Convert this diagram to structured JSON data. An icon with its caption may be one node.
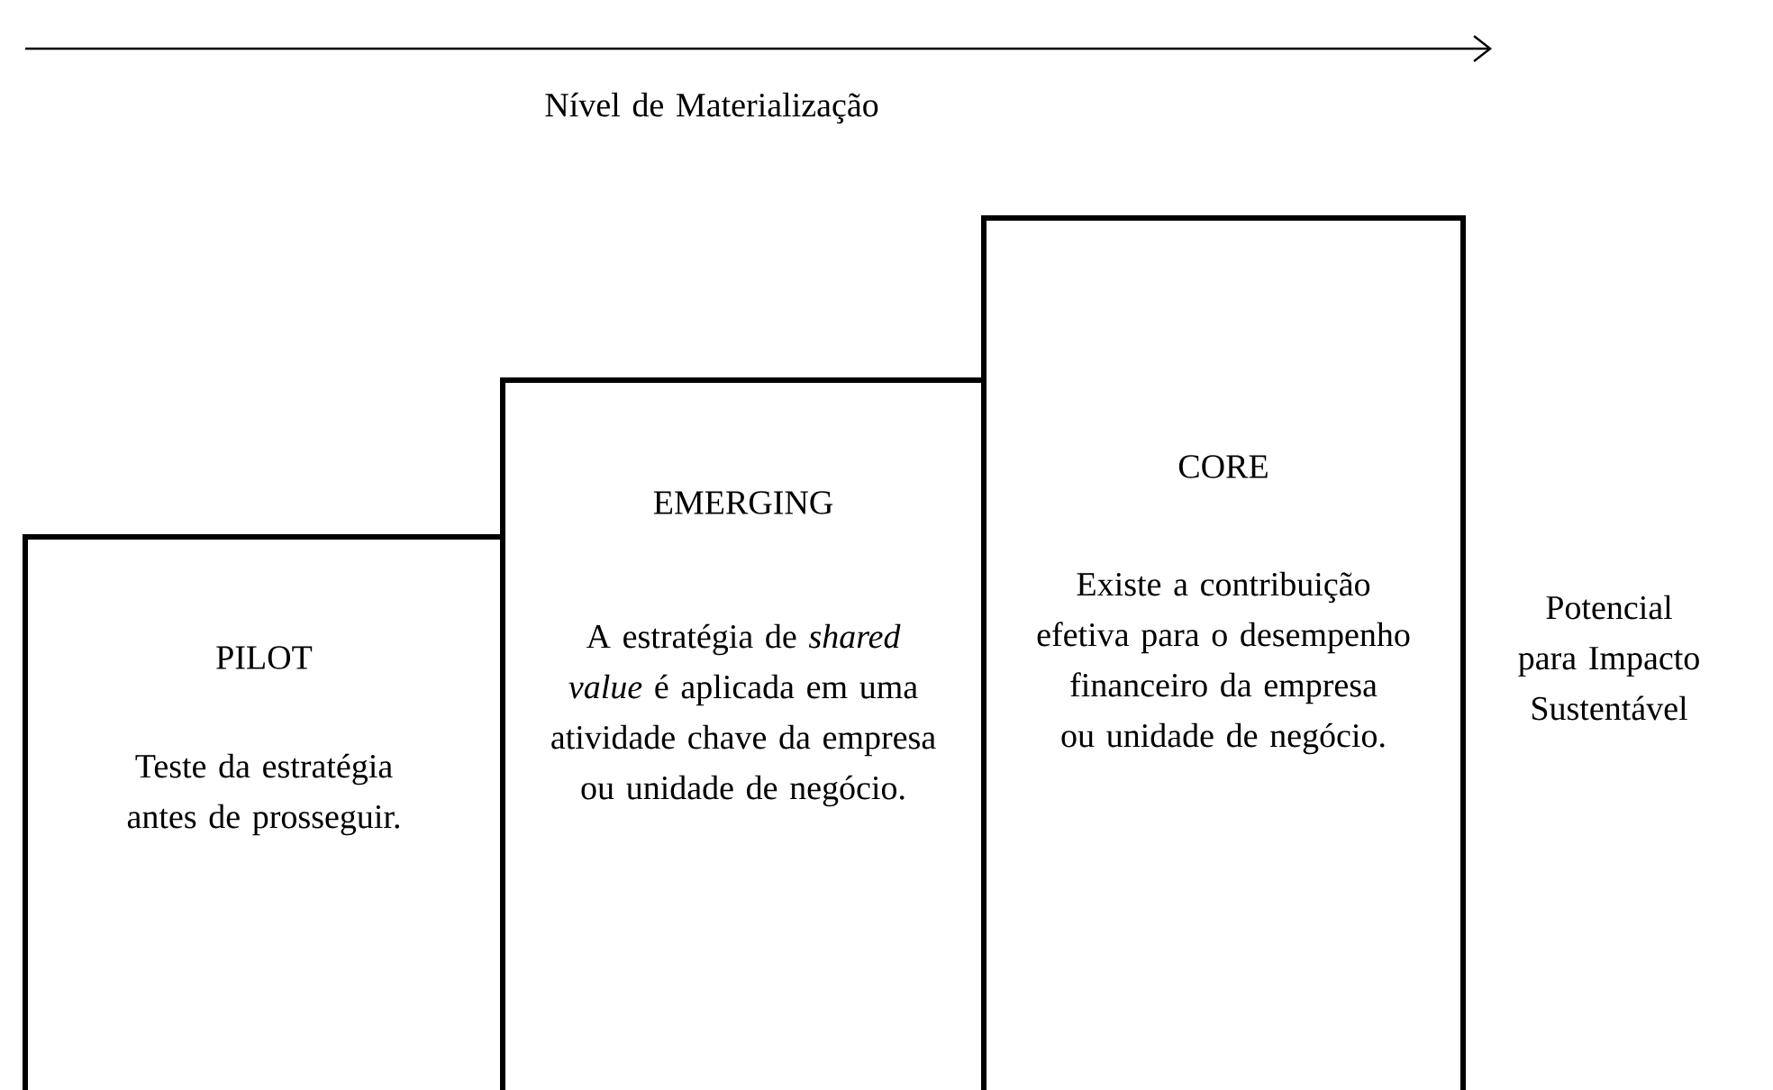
{
  "diagram": {
    "nodes": [
      {
        "text": [
          "PILOT",
          "Teste da estratégia antes de prosseguir."
        ]
      },
      {
        "text": [
          "EMERGING",
          "A estratégia de *shared value* é aplicada em uma atividade chave da empresa ou unidade de negócio."
        ]
      },
      {
        "text": [
          "CORE",
          "Existe a contribuição efetiva para o desempenho financeiro da empresa ou unidade de negócio."
        ]
      }
    ],
    "edges": [],
    "labels": [
      "Nível de Materialização",
      "Potencial para Impacto Sustentável"
    ]
  }
}
